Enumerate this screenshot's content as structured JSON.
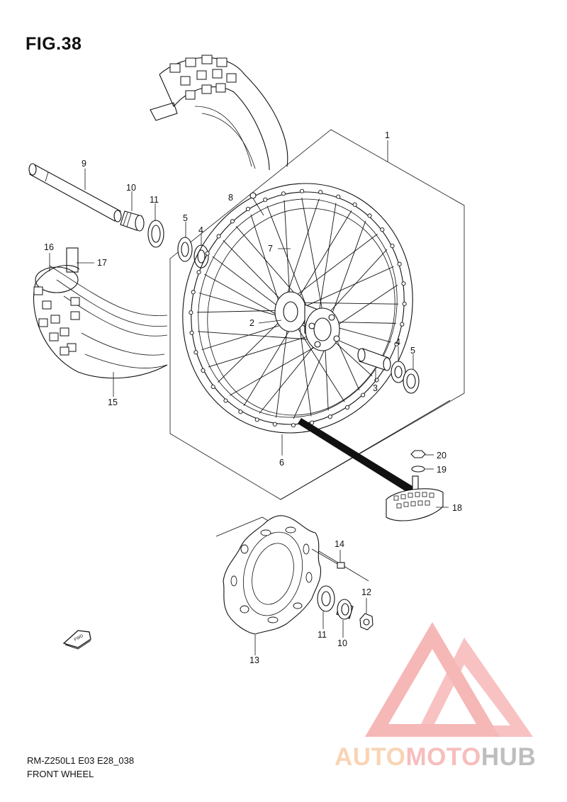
{
  "figure": {
    "title": "FIG.38",
    "model_code": "RM-Z250L1 E03 E28_038",
    "section_name": "FRONT WHEEL"
  },
  "callouts": {
    "c1": "1",
    "c2": "2",
    "c3": "3",
    "c4a": "4",
    "c4b": "4",
    "c5a": "5",
    "c5b": "5",
    "c6": "6",
    "c7": "7",
    "c8": "8",
    "c9": "9",
    "c10a": "10",
    "c10b": "10",
    "c11a": "11",
    "c11b": "11",
    "c12": "12",
    "c13": "13",
    "c14": "14",
    "c15": "15",
    "c16": "16",
    "c17": "17",
    "c18": "18",
    "c19": "19",
    "c20": "20"
  },
  "direction_marker": {
    "label": "FWD",
    "icon": "arrow-left-icon"
  },
  "watermark": {
    "part1": "AUTO",
    "part2": "MOTO",
    "part3": "HUB",
    "colors": {
      "auto": "#f5b27a",
      "moto": "#f08a86",
      "hub": "#8a8a8a",
      "logo": "#f07d7d"
    }
  }
}
